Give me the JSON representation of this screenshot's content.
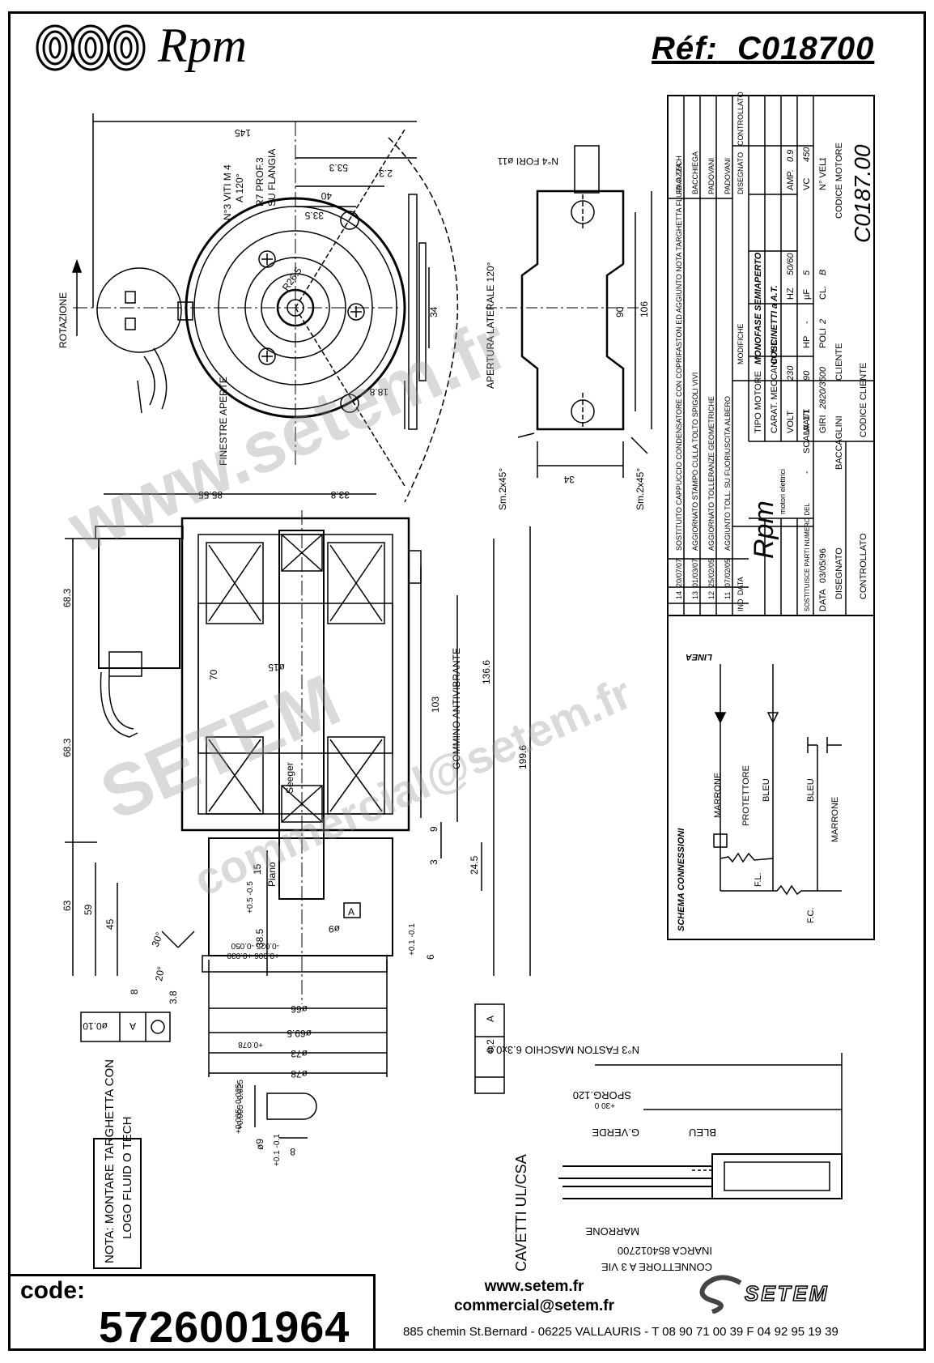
{
  "header": {
    "brand": "Rpm",
    "reference_label": "Réf:",
    "reference_value": "C018700"
  },
  "drawing": {
    "top_view": {
      "dims": [
        "145",
        "53.3",
        "40",
        "33.5",
        "2.3",
        "34",
        "18.8",
        "R26.5"
      ],
      "labels": [
        "N°3 VITI M 4",
        "A 120°",
        "R7 PROF.3",
        "SU FLANGIA",
        "ROTAZIONE",
        "APERTURA LATERALE 120°"
      ]
    },
    "side_view": {
      "dims": [
        "90",
        "106",
        "34",
        "N°4 FORI ø11"
      ],
      "chamfers": [
        "Sm.2x45°",
        "Sm.2x45°"
      ]
    },
    "section_view": {
      "dims": [
        "85.55",
        "33.8",
        "68.3",
        "68.3",
        "70",
        "ø15",
        "103",
        "136.6",
        "199.6",
        "9",
        "3",
        "24.5",
        "63",
        "59",
        "45",
        "15",
        "38.5",
        "ø9",
        "ø66",
        "ø69.5",
        "ø73",
        "ø78",
        "6",
        "8",
        "3.8",
        "30°",
        "20°"
      ],
      "labels": [
        "FINESTRE APERTE",
        "GOMMINO ANTIVIBRANTE",
        "Seeger",
        "Piano",
        "A"
      ],
      "tolerances": [
        "+0.5 -0.5",
        "-0.025 -0.050",
        "+0.006 +0.030",
        "+0.078",
        "+0.1 -0.1",
        "+0.005 -0.025"
      ],
      "gdt_concentricity": [
        "ø0.10",
        "A"
      ],
      "gdt_perpendicularity": [
        "0.2",
        "A"
      ]
    },
    "pin_detail": {
      "dims": [
        "ø9",
        "8"
      ],
      "tolerances": [
        "+0.005 -0.025",
        "+0.1 -0.1"
      ]
    }
  },
  "title_block": {
    "revisions": [
      {
        "n": "14",
        "date": "20/07/07",
        "text": "SOSTITUITO CAPPUCCIO CONDENSATORE CON COPRIFASTON ED AGGIUNTO NOTA TARGHETTA FLUID O TECH",
        "by": "FAVAZZA"
      },
      {
        "n": "13",
        "date": "01/03/07",
        "text": "AGGIORNATO STAMPO CULLA TOLTO SPIGOLI VIVI",
        "by": "BACCHIEGA"
      },
      {
        "n": "12",
        "date": "25/02/05",
        "text": "AGGIORNATO TOLLERANZE GEOMETRICHE",
        "by": "PADOVANI"
      },
      {
        "n": "11",
        "date": "07/02/05",
        "text": "AGGIUNTO TOLL. SU FUORIUSCITA ALBERO",
        "by": "PADOVANI"
      }
    ],
    "headers": {
      "index": "IND",
      "date": "DATA",
      "modifiche": "MODIFICHE",
      "disegnato": "DISEGNATO",
      "controllato": "CONTROLLATO"
    },
    "tipo_motore_label": "TIPO MOTORE",
    "tipo_motore_value": "MONOFASE SEMIAPERTO",
    "carat_meccaniche_label": "CARAT. MECCANICHE",
    "carat_meccaniche_value": "CUSCINETTI a A.T.",
    "specs": [
      {
        "label": "VOLT",
        "value": "230"
      },
      {
        "label": "HZ",
        "value": "50/60"
      },
      {
        "label": "AMP.",
        "value": "0.9"
      },
      {
        "label": "WATT",
        "value": "90"
      },
      {
        "label": "HP",
        "value": "-"
      },
      {
        "label": "µF",
        "value": "5"
      },
      {
        "label": "VC",
        "value": "450"
      },
      {
        "label": "GIRI",
        "value": "2820/3500"
      },
      {
        "label": "POLI",
        "value": "2"
      },
      {
        "label": "CL.",
        "value": "B"
      },
      {
        "label": "N° VEL.",
        "value": "1"
      }
    ],
    "cliente_label": "CLIENTE",
    "codice_motore_label": "CODICE MOTORE",
    "codice_motore_value": "C0187.00",
    "codice_cliente_label": "CODICE CLIENTE",
    "company": "Rpm",
    "company_sub": "motori elettrici",
    "sostituisce_label": "SOSTITUISCE PARTI NUMERO DEL",
    "sostituisce_value": "-",
    "scala_label": "SCALA",
    "scala_value": "1/1",
    "data_label": "DATA",
    "data_value": "03/05/96",
    "disegnato_label": "DISEGNATO",
    "disegnato_value": "BACCAGLINI",
    "controllato_label": "CONTROLLATO"
  },
  "schema": {
    "title": "SCHEMA CONNESSIONI",
    "labels": [
      "LINEA",
      "MARRONE",
      "PROTETTORE",
      "BLEU",
      "BLEU",
      "MARRONE",
      "F.L.",
      "F.C."
    ]
  },
  "connector": {
    "fastons": "N°3 FASTON MASCHIO 6.3x0.8",
    "sporg": "SPORG.120",
    "sporg_tol": "+30 0",
    "wires": [
      "G.VERDE",
      "BLEU",
      "MARRONE"
    ],
    "connector_label": "CONNETTORE A 3 VIE",
    "connector_part": "INARCA 854012700",
    "cables": "CAVETTI UL/CSA"
  },
  "note": {
    "line1": "NOTA: MONTARE TARGHETTA CON",
    "line2": "LOGO FLUID O TECH"
  },
  "watermarks": [
    "www.setem.fr",
    "SETEM",
    "commercial@setem.fr"
  ],
  "footer": {
    "code_label": "code:",
    "code_value": "5726001964",
    "website": "www.setem.fr",
    "email": "commercial@setem.fr",
    "address": "885 chemin St.Bernard  -  06225 VALLAURIS  -  T 08 90 71 00 39   F 04 92 95 19 39",
    "company_logo": "SETEM"
  }
}
